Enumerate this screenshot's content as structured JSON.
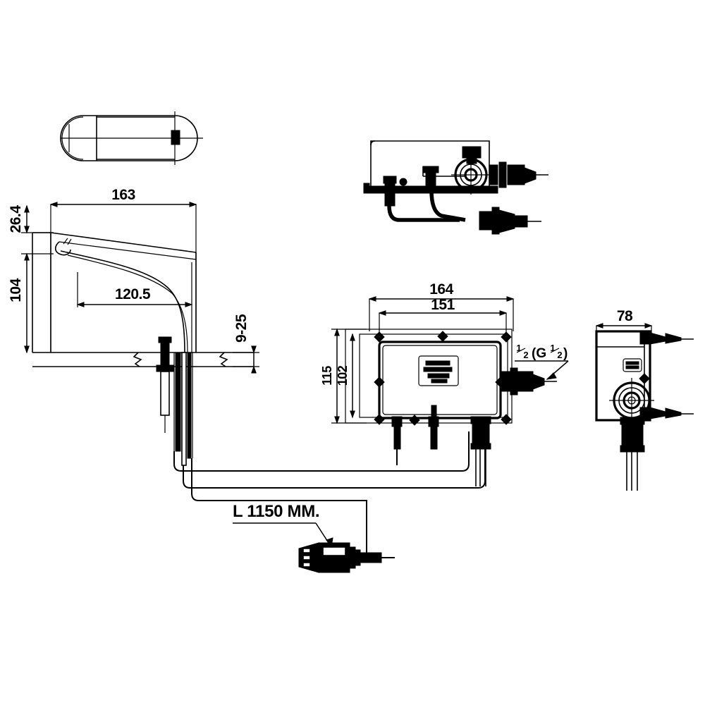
{
  "drawing": {
    "title": "Sensor Faucet Technical Dimension Drawing",
    "units": "mm",
    "line_color": "#000000",
    "background_color": "#ffffff"
  },
  "views": {
    "top_view": {
      "name": "faucet-top-view",
      "shape": "stadium"
    },
    "side_view": {
      "name": "faucet-side-view"
    },
    "isometric_view": {
      "name": "control-box-isometric-view"
    },
    "front_view": {
      "name": "control-box-front-view"
    },
    "right_view": {
      "name": "control-box-right-side-view"
    }
  },
  "dimensions": {
    "spout_reach": "163",
    "spout_height_top": "26.4",
    "body_height": "104",
    "spout_outlet_height": "120.5",
    "deck_thickness_range": "9-25",
    "box_width_outer": "164",
    "box_width_mount": "151",
    "box_height_outer": "115",
    "box_height_mount": "102",
    "box_depth": "78"
  },
  "labels": {
    "hose_length": "L 1150 MM.",
    "thread_spec_main": "(G",
    "thread_fraction_numerator": "1",
    "thread_fraction_denominator": "2",
    "thread_close": ")"
  },
  "annotations": {
    "logo_plate": "control-box-logo-plate",
    "break_symbol": "countertop-break-symbol"
  }
}
